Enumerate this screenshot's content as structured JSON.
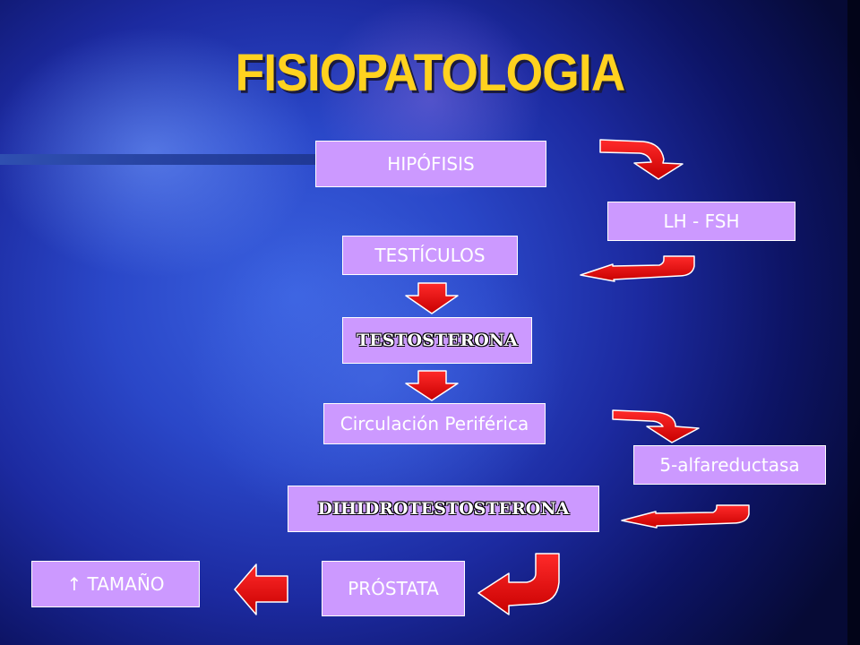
{
  "title": "FISIOPATOLOGIA",
  "colors": {
    "title": "#ffd21f",
    "box_fill": "#cc99ff",
    "box_text": "#ffffff",
    "arrow": "#ff0000"
  },
  "nodes": {
    "hipofisis": "HIPÓFISIS",
    "lh_fsh": "LH - FSH",
    "testiculos": "TESTÍCULOS",
    "testosterona": "TESTOSTERONA",
    "circulacion": "Circulación  Periférica",
    "alfareductasa": "5-alfareductasa",
    "dihidrotestosterona": "DIHIDROTESTOSTERONA",
    "prostata": "PRÓSTATA",
    "tamano": "↑ TAMAÑO"
  }
}
